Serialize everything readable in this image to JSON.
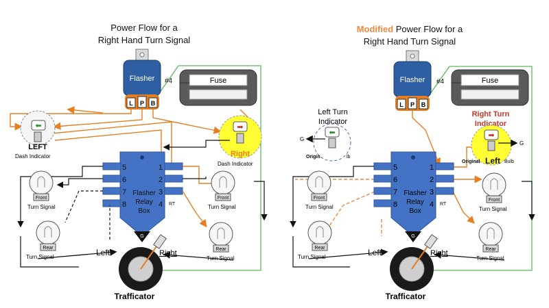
{
  "left_panel": {
    "title_line1": "Power Flow for a",
    "title_line2": "Right Hand Turn Signal",
    "flasher": {
      "name": "Flasher",
      "terminals": [
        "L",
        "P",
        "B"
      ]
    },
    "fuse": {
      "ref": "#4",
      "label": "Fuse"
    },
    "left_dash": {
      "label": "LEFT",
      "caption": "Dash Indicator"
    },
    "right_dash": {
      "label": "Right",
      "caption": "Dash Indicator"
    },
    "relay": {
      "label_lines": [
        "Flasher",
        "Relay",
        "Box"
      ],
      "left_pins": [
        "5",
        "6",
        "7",
        "8"
      ],
      "right_pins": [
        "1",
        "2",
        "3",
        "4"
      ],
      "rt": "RT",
      "ground": "G"
    },
    "front_left": {
      "tag": "Front",
      "caption": "Turn Signal"
    },
    "rear_left": {
      "tag": "Rear",
      "caption": "Turn Signal"
    },
    "front_right": {
      "tag": "Front",
      "caption": "Turn Signal"
    },
    "rear_right": {
      "tag": "Rear",
      "caption": "Turn Signal"
    },
    "left_label": "Left",
    "right_label": "Right",
    "trafficator": "Trafficator"
  },
  "right_panel": {
    "title_highlight": "Modified",
    "title_rest": " Power Flow for a",
    "title_line2": "Right Hand Turn Signal",
    "flasher": {
      "name": "Flasher",
      "terminals": [
        "L",
        "P",
        "B"
      ]
    },
    "fuse": {
      "ref": "#4",
      "label": "Fuse"
    },
    "left_indicator": {
      "title_line1": "Left Turn",
      "title_line2": "Indicator",
      "ground": "G",
      "caption_left": "Origin",
      "caption_right": "lb"
    },
    "right_indicator": {
      "title_line1": "Right Turn",
      "title_line2": "Indicator",
      "ground": "G",
      "caption_left": "Original",
      "label": "Left",
      "caption_right": "Bulb"
    },
    "relay": {
      "label_lines": [
        "Flasher",
        "Relay",
        "Box"
      ],
      "left_pins": [
        "5",
        "6",
        "7",
        "8"
      ],
      "right_pins": [
        "1",
        "2",
        "3",
        "4"
      ],
      "rt": "RT",
      "ground": "G"
    },
    "front_left": {
      "tag": "Front",
      "caption": "Turn Signal"
    },
    "rear_left": {
      "tag": "Rear",
      "caption": "Turn Signal"
    },
    "front_right": {
      "tag": "Front",
      "caption": "Turn Signal"
    },
    "rear_right": {
      "tag": "Rear",
      "caption": "Turn Signal"
    },
    "left_label": "Left",
    "right_label": "Right",
    "trafficator": "Trafficator"
  },
  "colors": {
    "power_orange": "#e67e22",
    "ground_green": "#5cb85c",
    "return_black": "#111111",
    "relay_blue": "#4472c4",
    "flasher_blue": "#2e5fa3",
    "indicator_yellow": "#ffff33",
    "highlight_red": "#c0392b",
    "modified_orange": "#f0883e"
  }
}
